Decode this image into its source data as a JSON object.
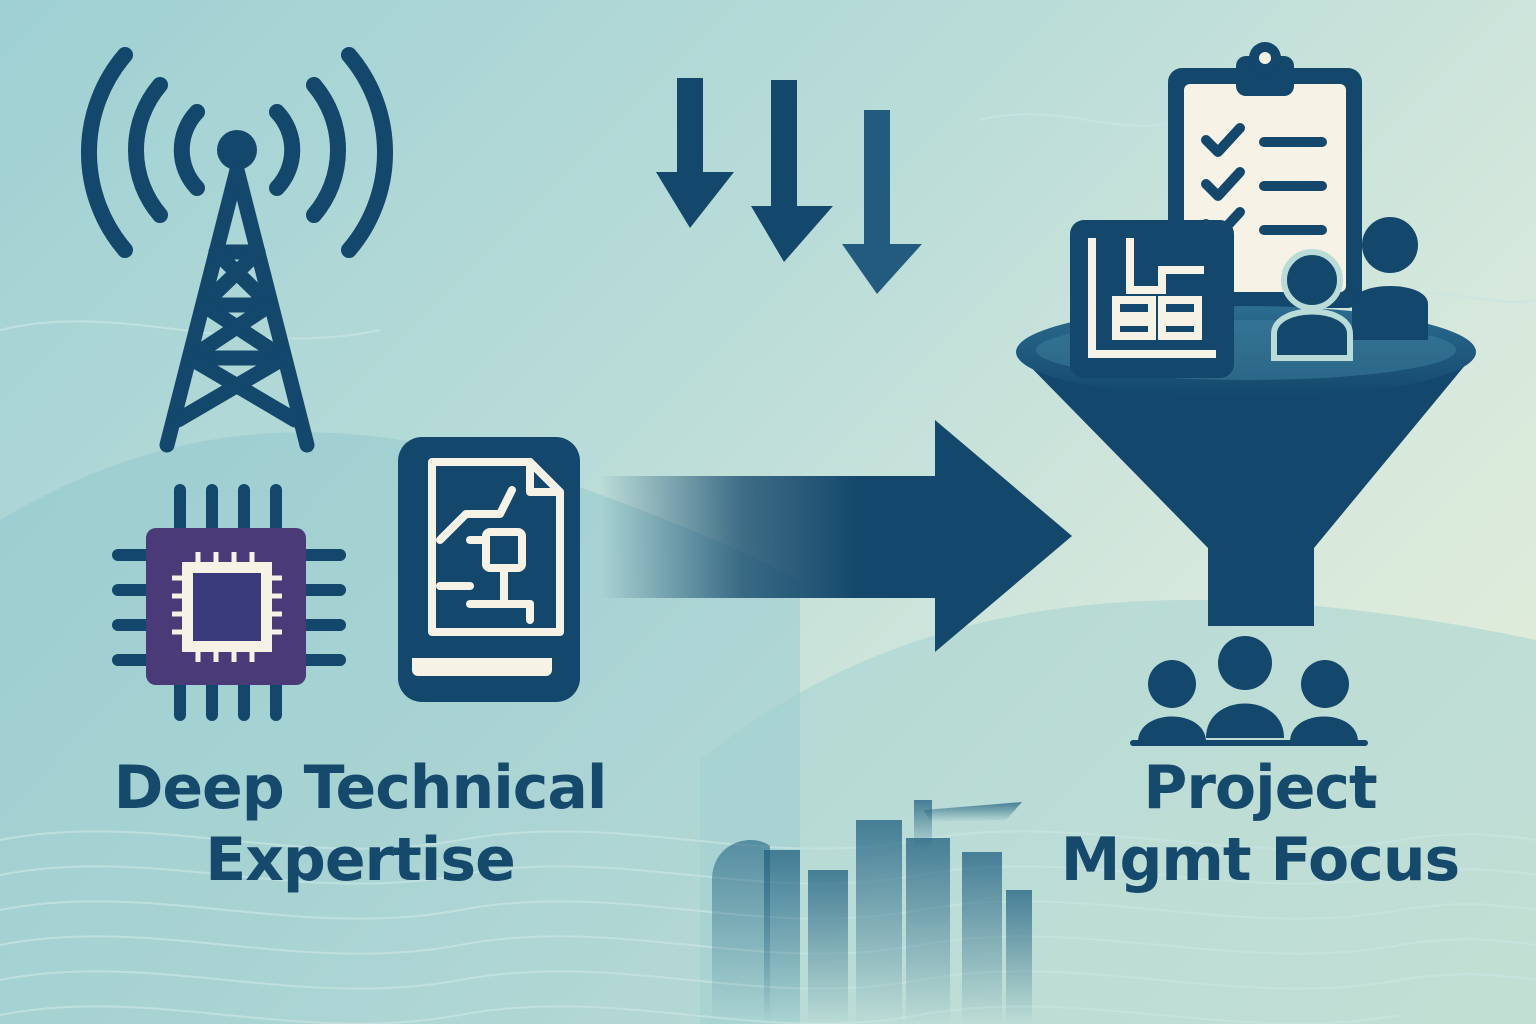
{
  "left_label": {
    "line1": "Deep Technical",
    "line2": "Expertise"
  },
  "right_label": {
    "line1": "Project",
    "line2": "Mgmt Focus"
  },
  "colors": {
    "navy": "#13476b",
    "chip_purple": "#3a3b7c",
    "chip_frame": "#4a3b78",
    "paper": "#f6f3e6",
    "text": "#164a6d"
  },
  "icons": [
    "antenna-tower-icon",
    "microchip-icon",
    "circuit-manual-icon",
    "down-arrows-icon",
    "flow-arrow-icon",
    "funnel-icon",
    "clipboard-checklist-icon",
    "blueprint-icon",
    "team-pair-icon",
    "team-group-icon",
    "building-skyline-icon"
  ]
}
